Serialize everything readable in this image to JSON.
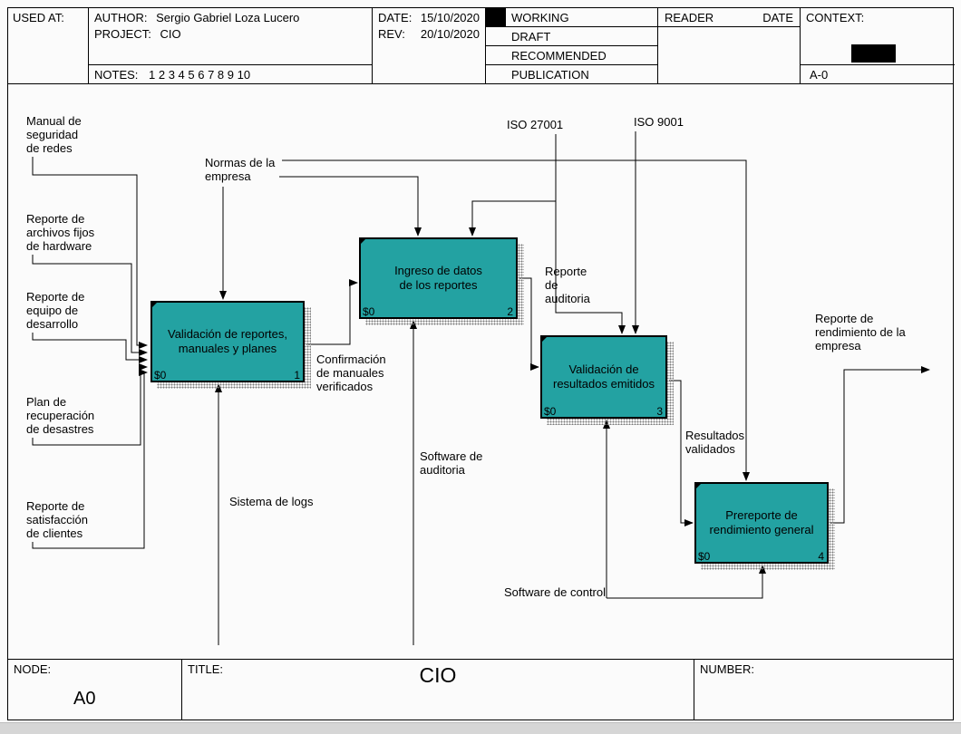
{
  "header": {
    "used_at": "USED AT:",
    "author_label": "AUTHOR:",
    "author_value": "Sergio Gabriel Loza Lucero",
    "project_label": "PROJECT:",
    "project_value": "CIO",
    "notes_label": "NOTES:",
    "notes_value": "1 2 3 4 5 6 7 8 9 10",
    "date_label": "DATE:",
    "date_value": "15/10/2020",
    "rev_label": "REV:",
    "rev_value": "20/10/2020",
    "status_rows": [
      "WORKING",
      "DRAFT",
      "RECOMMENDED",
      "PUBLICATION"
    ],
    "reader": "READER",
    "reader_date": "DATE",
    "context_label": "CONTEXT:",
    "context_node": "A-0"
  },
  "diagram": {
    "boxes": [
      {
        "label": "Validación de reportes,\nmanuales y planes",
        "cost": "$0",
        "number": "1"
      },
      {
        "label": "Ingreso de datos\nde los reportes",
        "cost": "$0",
        "number": "2"
      },
      {
        "label": "Validación de\nresultados emitidos",
        "cost": "$0",
        "number": "3"
      },
      {
        "label": "Prereporte de\nrendimiento general",
        "cost": "$0",
        "number": "4"
      }
    ],
    "labels": {
      "manual_seguridad": "Manual de\nseguridad\nde redes",
      "reporte_archivos": "Reporte de\narchivos fijos\nde hardware",
      "reporte_equipo": "Reporte de\nequipo de\ndesarrollo",
      "plan_recuperacion": "Plan de\nrecuperación\nde desastres",
      "reporte_satisfaccion": "Reporte de\nsatisfacción\nde clientes",
      "normas": "Normas de la\nempresa",
      "iso27001": "ISO 27001",
      "iso9001": "ISO 9001",
      "reporte_auditoria": "Reporte\nde\nauditoria",
      "confirmacion": "Confirmación\nde manuales\nverificados",
      "software_auditoria": "Software de\nauditoria",
      "sistema_logs": "Sistema de logs",
      "software_control": "Software de control",
      "resultados_validados": "Resultados\nvalidados",
      "reporte_rendimiento": "Reporte de\nrendimiento de la\nempresa"
    }
  },
  "footer": {
    "node_label": "NODE:",
    "node_value": "A0",
    "title_label": "TITLE:",
    "title_value": "CIO",
    "number_label": "NUMBER:"
  },
  "colors": {
    "box_fill": "#23a2a2",
    "line": "#000000"
  }
}
